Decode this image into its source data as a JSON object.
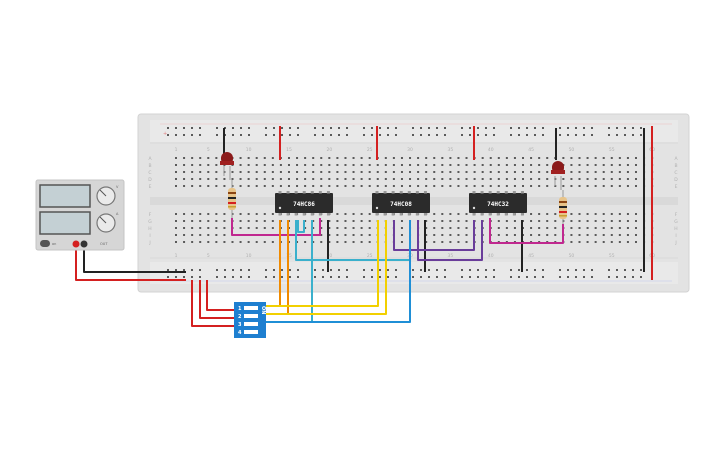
{
  "breadboard": {
    "column_numbers": [
      "1",
      "5",
      "10",
      "15",
      "20",
      "25",
      "30",
      "35",
      "40",
      "45",
      "50",
      "55",
      "60"
    ],
    "row_letters_top": [
      "A",
      "B",
      "C",
      "D",
      "E"
    ],
    "row_letters_bottom": [
      "F",
      "G",
      "H",
      "I",
      "J"
    ]
  },
  "chips": [
    {
      "label": "74HC86"
    },
    {
      "label": "74HC08"
    },
    {
      "label": "74HC32"
    }
  ],
  "dip_switch": {
    "on_label": "ON",
    "switch_numbers": [
      "1",
      "2",
      "3",
      "4"
    ]
  },
  "power_supply": {
    "volt_label": "V",
    "amp_label": "A",
    "on_label": "on",
    "output_label": "OUT"
  },
  "colors": {
    "breadboard": "#e6e6e6",
    "chip": "#2b2b2b",
    "led_red": "#8b1a1a",
    "dip_switch": "#1e7fd0",
    "wire_red": "#d42020",
    "wire_black": "#222222",
    "wire_orange": "#f08a00",
    "wire_yellow": "#f2d000",
    "wire_cyan": "#3ab0cc",
    "wire_blue": "#1f8fd6",
    "wire_purple": "#6a3d9a",
    "wire_magenta": "#c0288f"
  }
}
